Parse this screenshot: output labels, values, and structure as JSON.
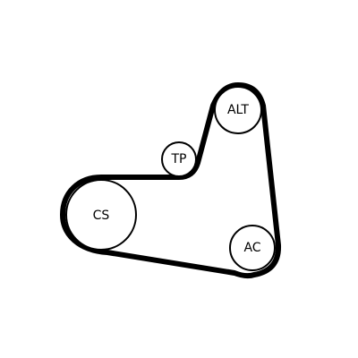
{
  "diagram": {
    "pulleys": {
      "cs": {
        "label": "CS"
      },
      "tp": {
        "label": "TP"
      },
      "alt": {
        "label": "ALT"
      },
      "ac": {
        "label": "AC"
      }
    },
    "colors": {
      "belt": "#000000",
      "pulley_fill": "#ffffff",
      "pulley_stroke": "#000000"
    }
  }
}
